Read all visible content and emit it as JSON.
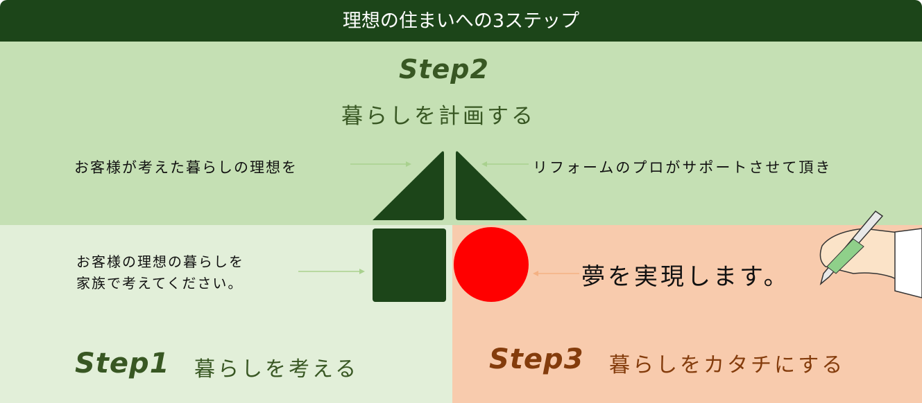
{
  "title": "理想の住まいへの3ステップ",
  "step2": {
    "label": "Step2",
    "title": "暮らしを計画する",
    "left_text": "お客様が考えた暮らしの理想を",
    "right_text": "リフォームのプロがサポートさせて頂き"
  },
  "step1": {
    "label": "Step1",
    "title": "暮らしを考える",
    "text_line1": "お客様の理想の暮らしを",
    "text_line2": "家族で考えてください。"
  },
  "step3": {
    "label": "Step3",
    "title": "暮らしをカタチにする",
    "text": "夢を実現します。"
  },
  "colors": {
    "dark_green": "#1c4519",
    "step2_bg": "#c5e0b4",
    "step1_bg": "#e2efd9",
    "step3_bg": "#f8cbad",
    "circle": "#ff0000",
    "step3_text": "#843c0c"
  }
}
